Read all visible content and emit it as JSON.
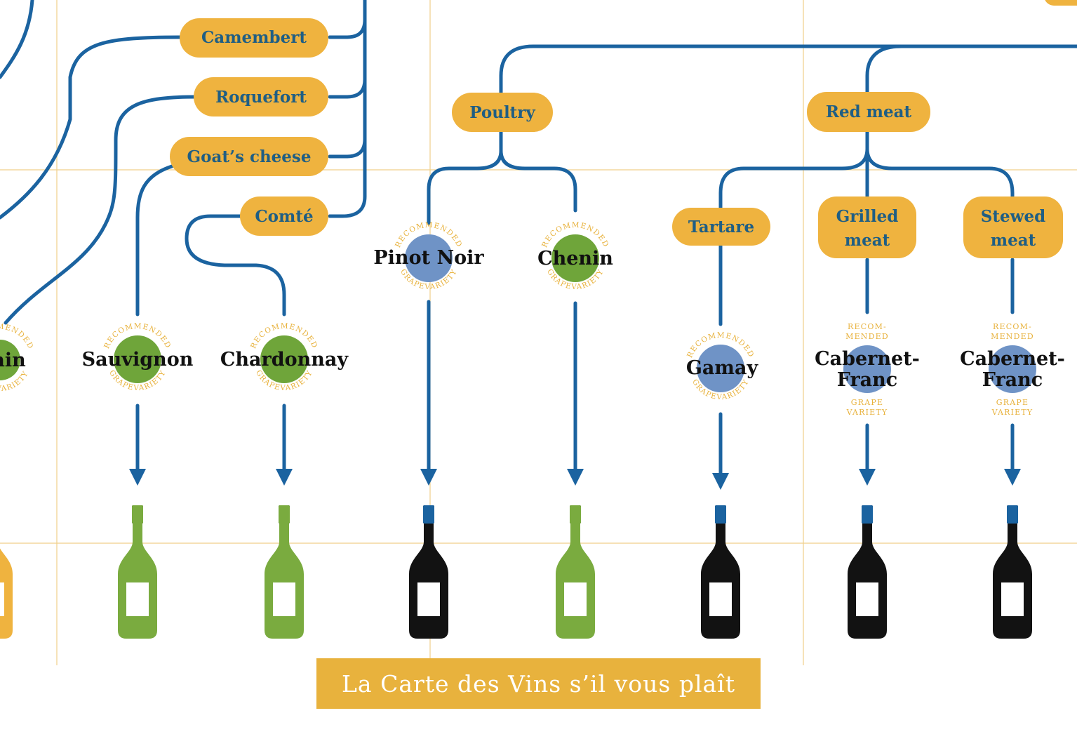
{
  "title": "La Carte des Vins s’il vous plaît",
  "colors": {
    "flow_line": "#1b63a0",
    "food_pill": "#efb33f",
    "pill_text": "#1f5e84",
    "white_wine_bottle": "#7aab3f",
    "red_wine_bottle": "#121212",
    "grape_green": "#6fa53a",
    "grape_blue": "#6f93c6",
    "accent_gold": "#e8b23d"
  },
  "ring_label": {
    "top": "RECOMMENDED",
    "bottom": "GRAPEVARIETY",
    "split_top": [
      "RECOM-",
      "MENDED"
    ],
    "split_bottom": [
      "GRAPE",
      "VARIETY"
    ]
  },
  "cheeses": [
    "Camembert",
    "Roquefort",
    "Goat’s cheese",
    "Comté"
  ],
  "meat_categories": [
    "Poultry",
    "Red meat"
  ],
  "red_meat_dishes": [
    {
      "lines": [
        "Tartare"
      ]
    },
    {
      "lines": [
        "Grilled",
        "meat"
      ]
    },
    {
      "lines": [
        "Stewed",
        "meat"
      ]
    }
  ],
  "grapes": [
    {
      "lines": [
        "hin"
      ],
      "color": "green",
      "bottle": "partial-yellow"
    },
    {
      "lines": [
        "Sauvignon"
      ],
      "color": "green",
      "bottle": "white"
    },
    {
      "lines": [
        "Chardonnay"
      ],
      "color": "green",
      "bottle": "white"
    },
    {
      "lines": [
        "Pinot Noir"
      ],
      "color": "blue",
      "bottle": "red"
    },
    {
      "lines": [
        "Chenin"
      ],
      "color": "green",
      "bottle": "white"
    },
    {
      "lines": [
        "Gamay"
      ],
      "color": "blue",
      "bottle": "red"
    },
    {
      "lines": [
        "Cabernet-",
        "Franc"
      ],
      "color": "blue",
      "bottle": "red"
    },
    {
      "lines": [
        "Cabernet-",
        "Franc"
      ],
      "color": "blue",
      "bottle": "red"
    }
  ]
}
